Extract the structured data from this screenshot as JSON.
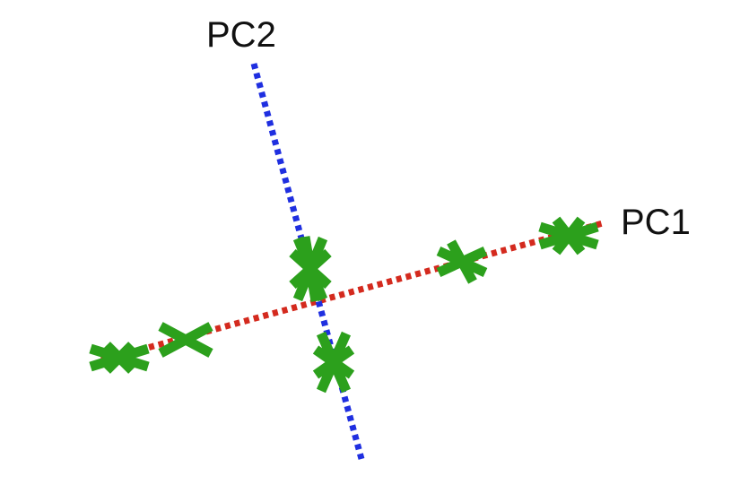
{
  "axes": {
    "pc1": {
      "label": "PC1",
      "color": "#d42a1e"
    },
    "pc2": {
      "label": "PC2",
      "color": "#1f2fe0"
    }
  },
  "marker": {
    "shape": "x-cross",
    "color": "#2ca01c"
  }
}
